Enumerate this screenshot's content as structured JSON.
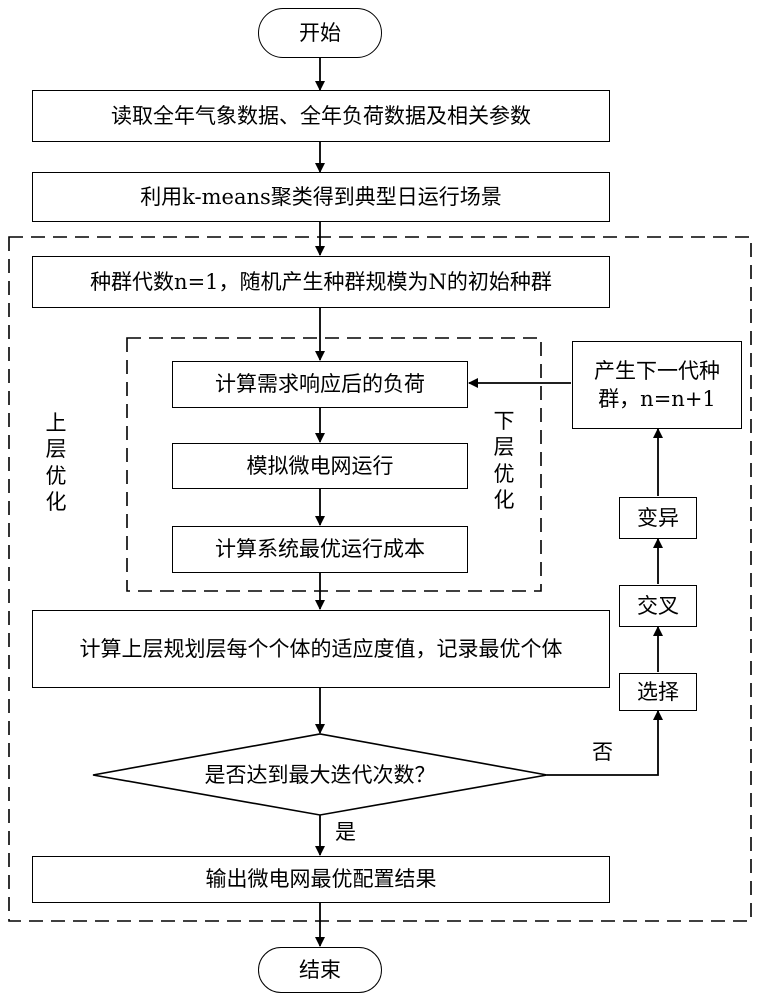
{
  "start": "开始",
  "end": "结束",
  "steps": {
    "read_data": "读取全年气象数据、全年负荷数据及相关参数",
    "kmeans": "利用k-means聚类得到典型日运行场景",
    "init_pop": "种群代数n=1，随机产生种群规模为N的初始种群",
    "calc_load": "计算需求响应后的负荷",
    "simulate": "模拟微电网运行",
    "calc_cost": "计算系统最优运行成本",
    "fitness": "计算上层规划层每个个体的适应度值，记录最优个体",
    "decision": "是否达到最大迭代次数？",
    "output": "输出微电网最优配置结果",
    "next_gen": "产生下一代种群，n=n+1",
    "mutate": "变异",
    "crossover": "交叉",
    "select": "选择"
  },
  "labels": {
    "yes": "是",
    "no": "否",
    "upper": "上\n层\n优\n化",
    "lower": "下\n层\n优\n化"
  }
}
